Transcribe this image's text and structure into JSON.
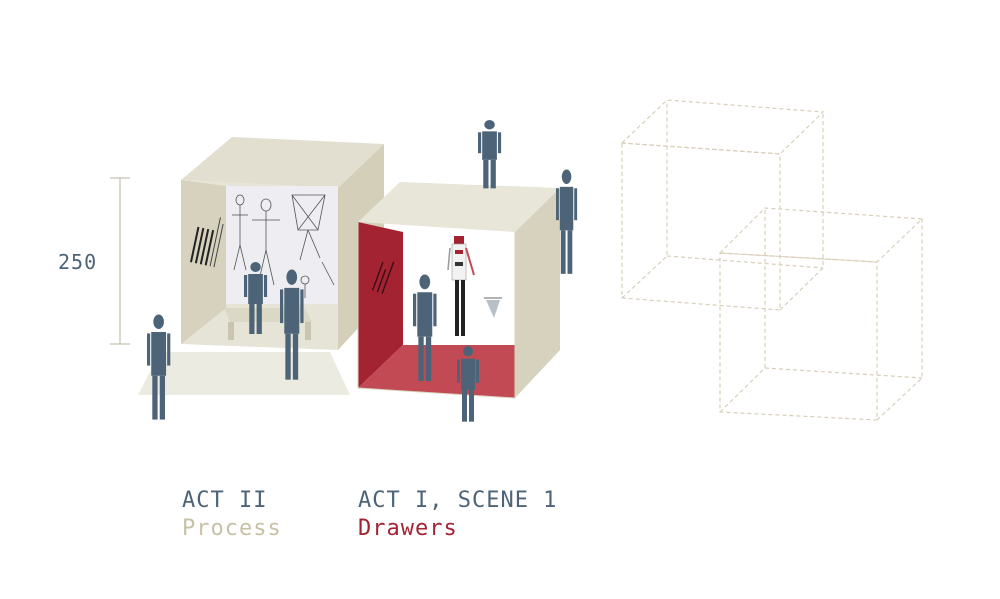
{
  "dimension": {
    "value": "250"
  },
  "acts": [
    {
      "title": "ACT II",
      "subtitle": "Process"
    },
    {
      "title": "ACT I, SCENE 1",
      "subtitle": "Drawers"
    }
  ],
  "colors": {
    "figure": "#4d6478",
    "box_beige": "#d6d2bd",
    "box_beige_light": "#e8e6da",
    "stage_red": "#a42333",
    "stage_red_floor": "#c24a55",
    "subtitle_beige": "#c7c1a6",
    "dashed_outline": "#d8cfb9",
    "dimension_line": "#b9b4a0"
  }
}
